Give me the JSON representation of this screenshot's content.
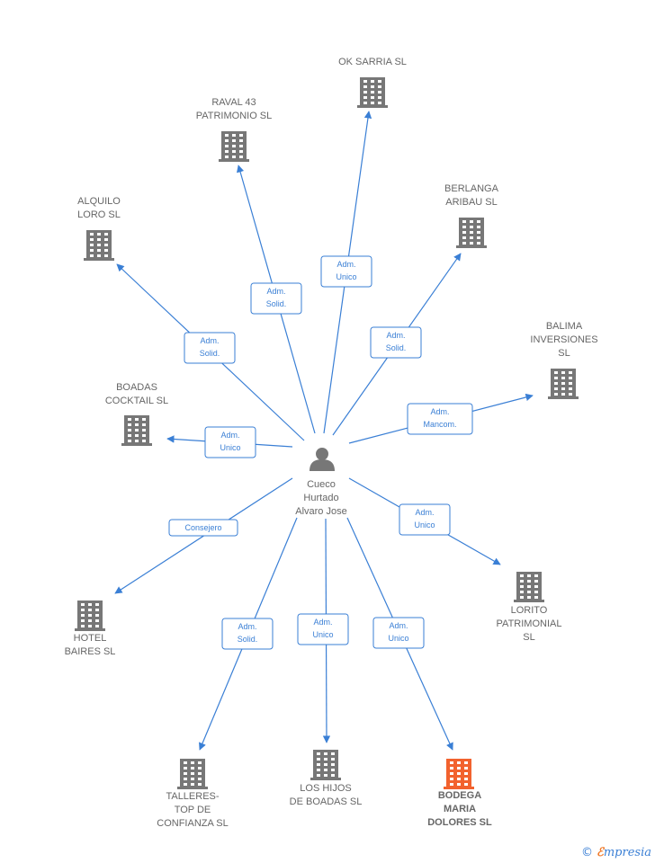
{
  "center": {
    "label_lines": [
      "Cueco",
      "Hurtado",
      "Alvaro Jose"
    ]
  },
  "colors": {
    "edge": "#3a7fd5",
    "building": "#777777",
    "highlight": "#f2622e"
  },
  "companies": [
    {
      "id": "ok-sarria",
      "label_lines": [
        "OK SARRIA  SL"
      ],
      "role_lines": [
        "Adm.",
        "Unico"
      ],
      "highlight": false
    },
    {
      "id": "raval-43",
      "label_lines": [
        "RAVAL 43",
        "PATRIMONIO  SL"
      ],
      "role_lines": [
        "Adm.",
        "Solid."
      ],
      "highlight": false
    },
    {
      "id": "alquilo-loro",
      "label_lines": [
        "ALQUILO",
        "LORO SL"
      ],
      "role_lines": [
        "Adm.",
        "Solid."
      ],
      "highlight": false
    },
    {
      "id": "berlanga-aribau",
      "label_lines": [
        "BERLANGA",
        "ARIBAU  SL"
      ],
      "role_lines": [
        "Adm.",
        "Solid."
      ],
      "highlight": false
    },
    {
      "id": "balima",
      "label_lines": [
        "BALIMA",
        "INVERSIONES",
        "SL"
      ],
      "role_lines": [
        "Adm.",
        "Mancom."
      ],
      "highlight": false
    },
    {
      "id": "boadas-cocktail",
      "label_lines": [
        "BOADAS",
        "COCKTAIL SL"
      ],
      "role_lines": [
        "Adm.",
        "Unico"
      ],
      "highlight": false
    },
    {
      "id": "hotel-baires",
      "label_lines": [
        "HOTEL",
        "BAIRES SL"
      ],
      "role_lines": [
        "Consejero"
      ],
      "highlight": false
    },
    {
      "id": "lorito",
      "label_lines": [
        "LORITO",
        "PATRIMONIAL",
        "SL"
      ],
      "role_lines": [
        "Adm.",
        "Unico"
      ],
      "highlight": false
    },
    {
      "id": "talleres",
      "label_lines": [
        "TALLERES-",
        "TOP DE",
        "CONFIANZA  SL"
      ],
      "role_lines": [
        "Adm.",
        "Solid."
      ],
      "highlight": false
    },
    {
      "id": "los-hijos",
      "label_lines": [
        "LOS HIJOS",
        "DE BOADAS  SL"
      ],
      "role_lines": [
        "Adm.",
        "Unico"
      ],
      "highlight": false
    },
    {
      "id": "bodega",
      "label_lines": [
        "BODEGA",
        "MARIA",
        "DOLORES  SL"
      ],
      "role_lines": [
        "Adm.",
        "Unico"
      ],
      "highlight": true
    }
  ],
  "brand": {
    "copyright": "©",
    "first_letter": "ℰ",
    "rest": "mpresia"
  }
}
